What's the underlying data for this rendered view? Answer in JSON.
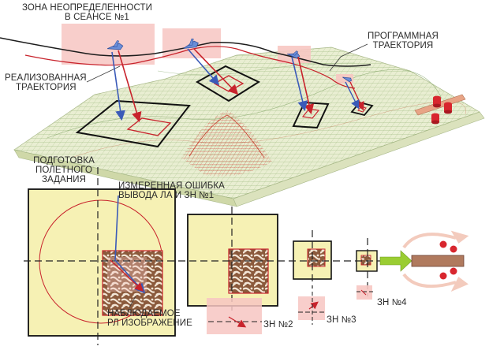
{
  "labels": {
    "uncertainty_zone": [
      "ЗОНА НЕОПРЕДЕЛЕННОСТИ",
      "В СЕАНСЕ №1"
    ],
    "program_trajectory": [
      "ПРОГРАММНАЯ",
      "ТРАЕКТОРИЯ"
    ],
    "realized_trajectory": [
      "РЕАЛИЗОВАННАЯ",
      "ТРАЕКТОРИЯ"
    ],
    "flight_task_prep": [
      "ПОДГОТОВКА",
      "ПОЛЕТНОГО",
      "ЗАДАНИЯ"
    ],
    "measured_error": [
      "ИЗМЕРЕННАЯ ОШИБКА",
      "ВЫВОДА ЛА И ЗН №1"
    ],
    "observed_image": [
      "НАБЛЮДАЕМОЕ",
      "РЛ ИЗОБРАЖЕНИЕ"
    ],
    "zone_2": "ЗН №2",
    "zone_3": "ЗН №3",
    "zone_4": "ЗН №4"
  },
  "colors": {
    "terrain_fill": "#e9eed2",
    "terrain_grid": "#8fb070",
    "terrain_peak": "#d04030",
    "frame_fill": "#f6f1b4",
    "red_line": "#c8232c",
    "blue_arrow": "#3a5ab8",
    "pink_zone": "#f7c6c2",
    "arrow_green": "#9acd32",
    "radar_brown": "#7a4a32",
    "target_red": "#d8262e",
    "accent_orange": "#e8a486"
  },
  "icons": [
    "aircraft-icon",
    "target-block-icon",
    "runway-icon",
    "radar-tile-icon"
  ]
}
